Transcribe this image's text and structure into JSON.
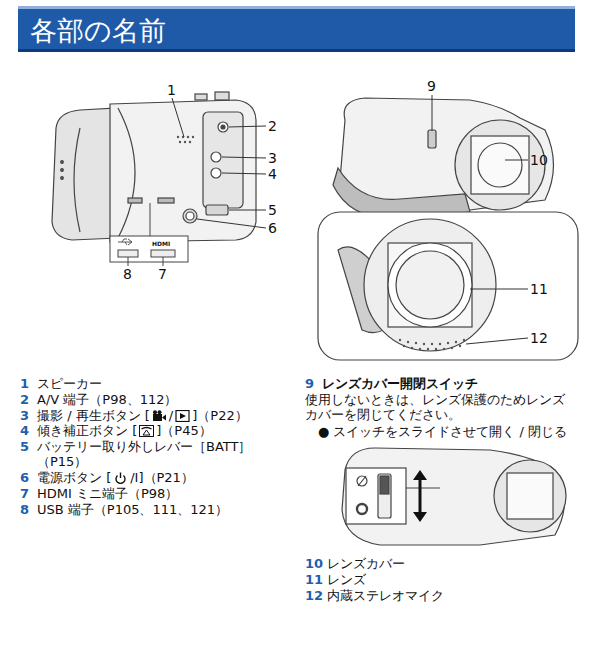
{
  "diagram": {
    "title": "各部の名前",
    "labels": [
      "1",
      "2",
      "3",
      "4",
      "5",
      "6",
      "HDMI",
      "8",
      "7",
      "9",
      "10",
      "11",
      "12",
      "1",
      "スピーカー",
      "2",
      "A/V 端子（P98、112）",
      "3",
      "撮影 / 再生ボタン [",
      "/",
      "]（P22）",
      "4",
      "傾き補正ボタン [",
      "]（P45）",
      "5",
      "バッテリー取り外しレバー［BATT］（P15）",
      "6",
      "電源ボタン [",
      "/I]（P21）",
      "7",
      "HDMI ミニ端子（P98）",
      "8",
      "USB 端子（P105、111、121）",
      "9",
      "レンズカバー開閉スイッチ",
      "使用しないときは、レンズ保護のためレンズカバーを閉じてください。",
      "● スイッチをスライドさせて開く / 閉じる",
      "10",
      "レンズカバー",
      "11",
      "レンズ",
      "12",
      "内蔵ステレオマイク"
    ]
  }
}
